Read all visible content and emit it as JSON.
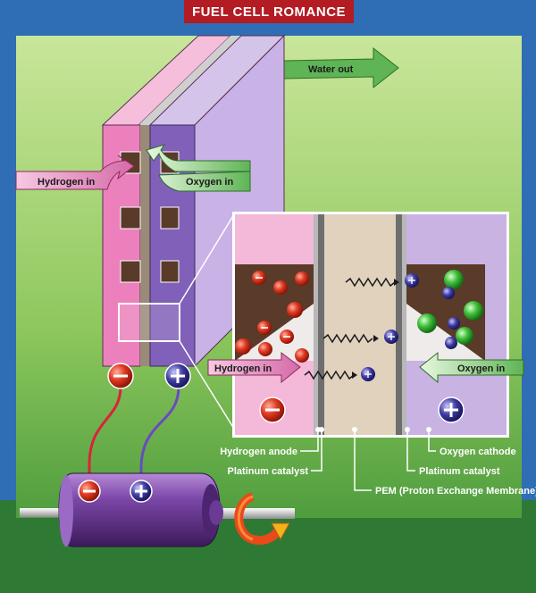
{
  "title": "FUEL CELL ROMANCE",
  "labels": {
    "water_out": "Water out",
    "hydrogen_in_stack": "Hydrogen in",
    "oxygen_in_stack": "Oxygen in",
    "hydrogen_in_magnified": "Hydrogen in",
    "oxygen_in_magnified": "Oxygen in",
    "hydrogen_anode": "Hydrogen anode",
    "platinum_catalyst_anode": "Platinum catalyst",
    "pem": "PEM (Proton Exchange Membrane)",
    "platinum_catalyst_cathode": "Platinum catalyst",
    "oxygen_cathode": "Oxygen cathode"
  },
  "terminals": {
    "negative_symbol": "−",
    "positive_symbol": "+"
  },
  "colors": {
    "title_banner": "#b31c22",
    "border": "#2f6db5",
    "anode": "#ec80bc",
    "cathode": "#8060b8",
    "membrane": "#e0d2bd",
    "hydrogen": "#e03a22",
    "oxygen": "#3fbf3a",
    "proton": "#3e3a9e",
    "motor": "#7b47a8"
  },
  "icons": [
    "rotation-arrow-icon"
  ]
}
